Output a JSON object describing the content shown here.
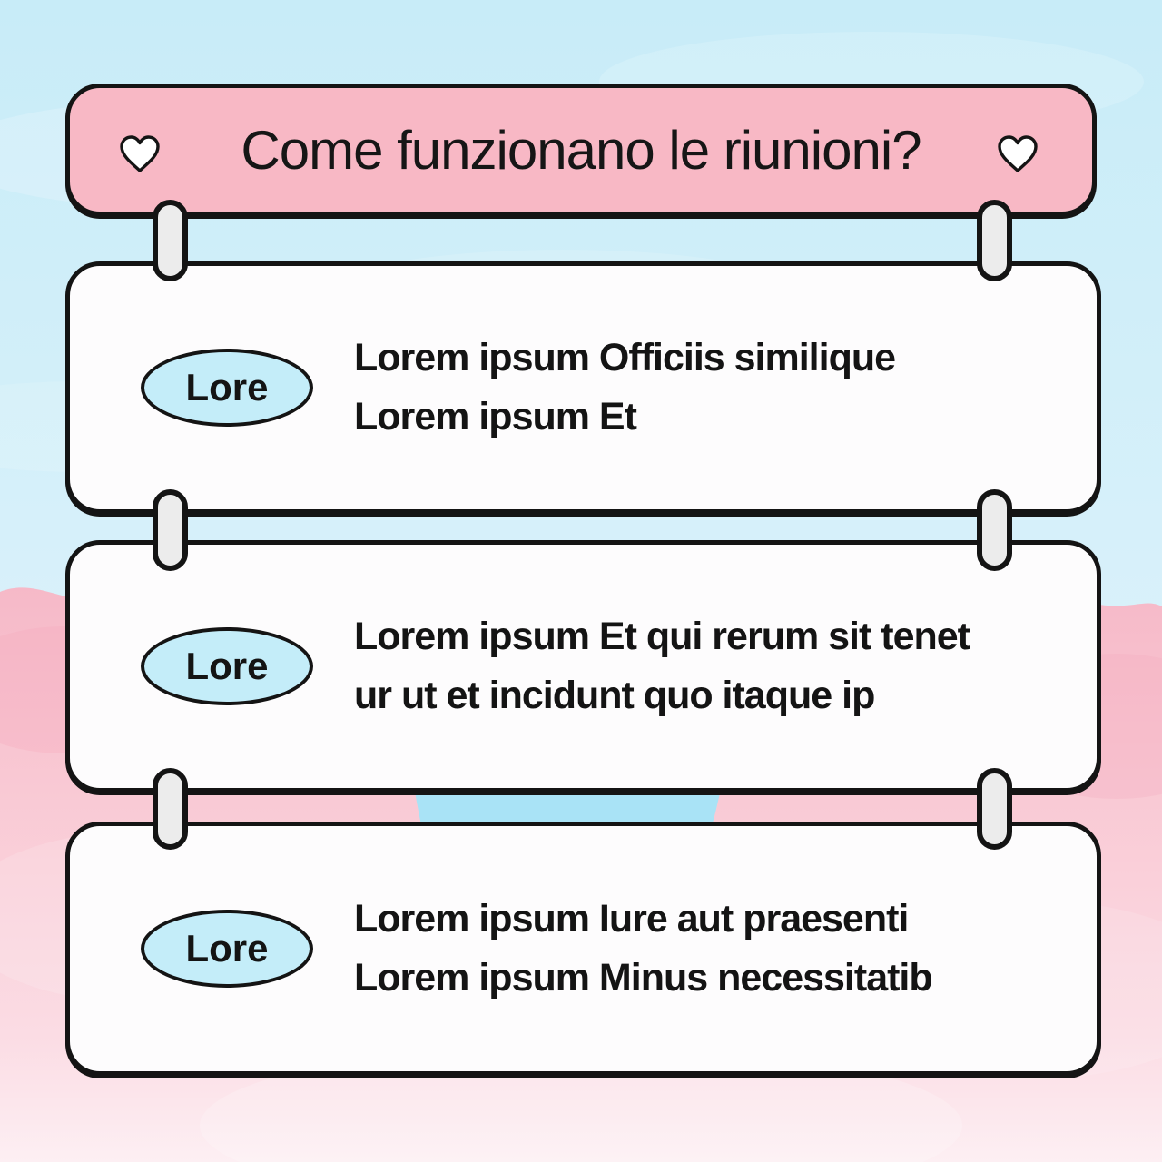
{
  "header": {
    "title": "Come funzionano le riunioni?"
  },
  "cards": [
    {
      "badge": "Lore",
      "lines": [
        "Lorem ipsum Officiis similique",
        "Lorem ipsum Et"
      ]
    },
    {
      "badge": "Lore",
      "lines": [
        "Lorem ipsum Et qui rerum sit tenet",
        "ur ut et incidunt quo itaque ip"
      ]
    },
    {
      "badge": "Lore",
      "lines": [
        "Lorem ipsum Iure aut praesenti",
        "Lorem ipsum Minus necessitatib"
      ]
    }
  ],
  "icons": {
    "header_left": "heart-icon",
    "header_right": "heart-icon"
  },
  "colors": {
    "header_bg": "#f8b8c5",
    "card_bg": "#fdfcfd",
    "badge_bg": "#c4edf9",
    "pin_bg": "#ececec",
    "outline": "#141414",
    "sky": "#cdeef8",
    "cloud_pink": "#f8c2ce",
    "sky_patch": "#a9e3f6"
  }
}
